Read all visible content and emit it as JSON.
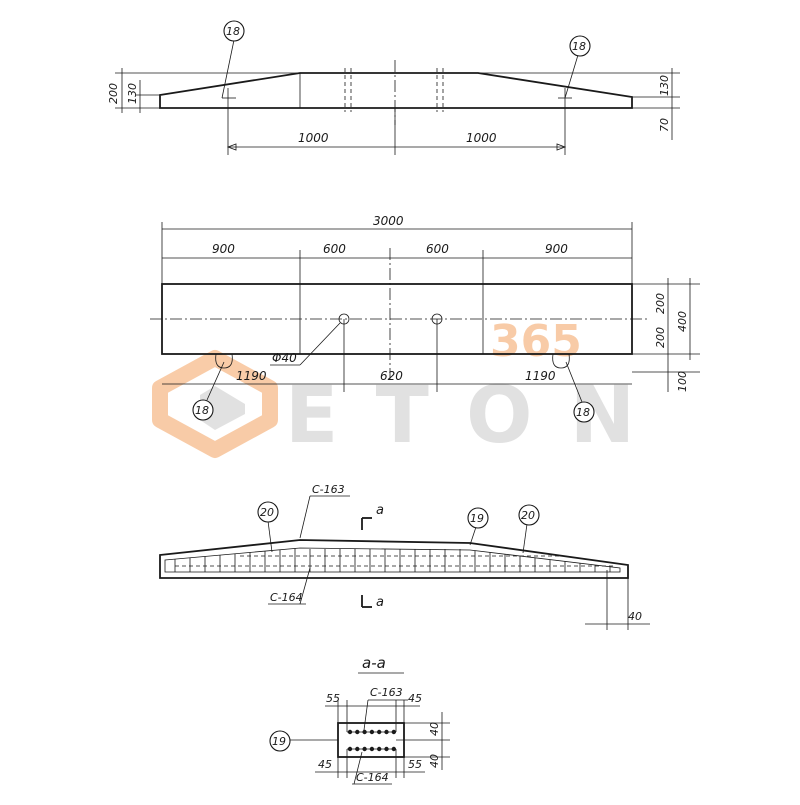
{
  "watermark": {
    "badge": "365",
    "brand": "ETON",
    "colors": {
      "orange": "#f4a261",
      "grey": "#c9c9c9"
    }
  },
  "elevation": {
    "height_total": "200",
    "height_left": "130",
    "height_right_top": "130",
    "height_right_bottom": "70",
    "span_left": "1000",
    "span_right": "1000",
    "callout_left": "18",
    "callout_right": "18"
  },
  "plan": {
    "overall": "3000",
    "segments": [
      "900",
      "600",
      "600",
      "900"
    ],
    "right_upper": "200",
    "right_lower": "200",
    "right_total": "400",
    "right_bottom": "100",
    "hole": "Φ40",
    "lower_left": "1190",
    "lower_mid": "620",
    "lower_right": "1190",
    "callout_left": "18",
    "callout_right": "18"
  },
  "reinforcement": {
    "label_top": "С-163",
    "label_bottom": "С-164",
    "callout_a": "20",
    "callout_b": "19",
    "callout_c": "20",
    "section_mark_top": "а",
    "section_mark_bottom": "а",
    "end_dim": "40"
  },
  "section": {
    "title": "а-а",
    "label_top": "С-163",
    "label_bottom": "С-164",
    "dim_top_left": "55",
    "dim_top_right": "45",
    "dim_bottom_left": "45",
    "dim_bottom_right": "55",
    "dim_right_upper": "40",
    "dim_right_lower": "40",
    "callout": "19"
  }
}
